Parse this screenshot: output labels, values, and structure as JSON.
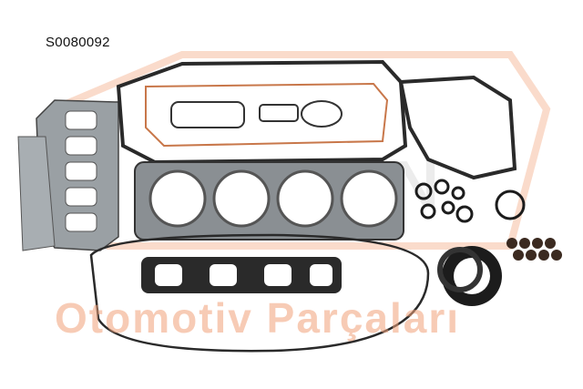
{
  "product": {
    "code": "S0080092"
  },
  "watermark": {
    "brand": "SUPSAN",
    "tagline": "Otomotiv Parçaları",
    "color": "#f2a27a"
  },
  "colors": {
    "gasket_metal": "#8a8f93",
    "gasket_dark": "#2a2a2a",
    "gasket_copper": "#c8774a",
    "seal_rubber": "#1c1c1c"
  }
}
